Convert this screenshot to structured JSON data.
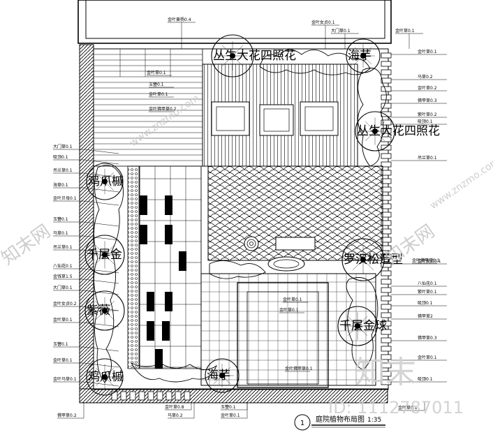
{
  "title": "庭院植物布局图",
  "scale": "1:35",
  "drawing_number": "1",
  "watermark": {
    "brand": "知末网",
    "brand_url": "www.znzmo.com",
    "logo": "知末",
    "id_text": "ID: 1112787011"
  },
  "plants": [
    "丛生大花四照花",
    "海芋",
    "丛生大花四照花",
    "鸡爪槭",
    "千层金",
    "紫薇",
    "罗汉松造型",
    "千层金球",
    "鸡爪槭",
    "海芋"
  ],
  "labels_left": [
    "大门草0.1",
    "吸顶0.1",
    "吊兰草0.1",
    "海草0.1",
    "金叶贝母0.1",
    "玉簪0.1",
    "马草0.1",
    "吊兰草0.1",
    "八仙花0.1",
    "金钱草1.5",
    "大门草0.1",
    "金叶女贞0.2",
    "金叶草0.1",
    "玉簪0.1",
    "金叶草0.1",
    "金叶马草0.1"
  ],
  "labels_right": [
    "金叶草0.1",
    "马草0.2",
    "金叶草0.2",
    "佛甲草0.3",
    "紫叶草0.2",
    "吸顶0.1",
    "吊兰草0.1",
    "金叶女贞0.1",
    "八仙花0.1",
    "紫叶草0.1",
    "吸顶0.1",
    "佛甲草2",
    "佛甲草0.3",
    "金叶草0.1",
    "吸顶0.1"
  ],
  "labels_top": [
    "金叶黄杨0.4",
    "金叶女贞0.1",
    "大门草0.1",
    "金叶草0.1"
  ],
  "labels_inner": [
    "金叶草0.1",
    "玉簪0.1",
    "金叶草0.1",
    "金叶佛甲草0.2",
    "金叶草0.1",
    "金叶草0.1",
    "金叶佛甲草0.1",
    "金叶佛甲草0.1"
  ],
  "labels_bottom": [
    "佛甲草0.2",
    "金叶草0.8",
    "马草0.2",
    "玉簪0.1",
    "金叶草0.1",
    "金叶草0.1"
  ]
}
